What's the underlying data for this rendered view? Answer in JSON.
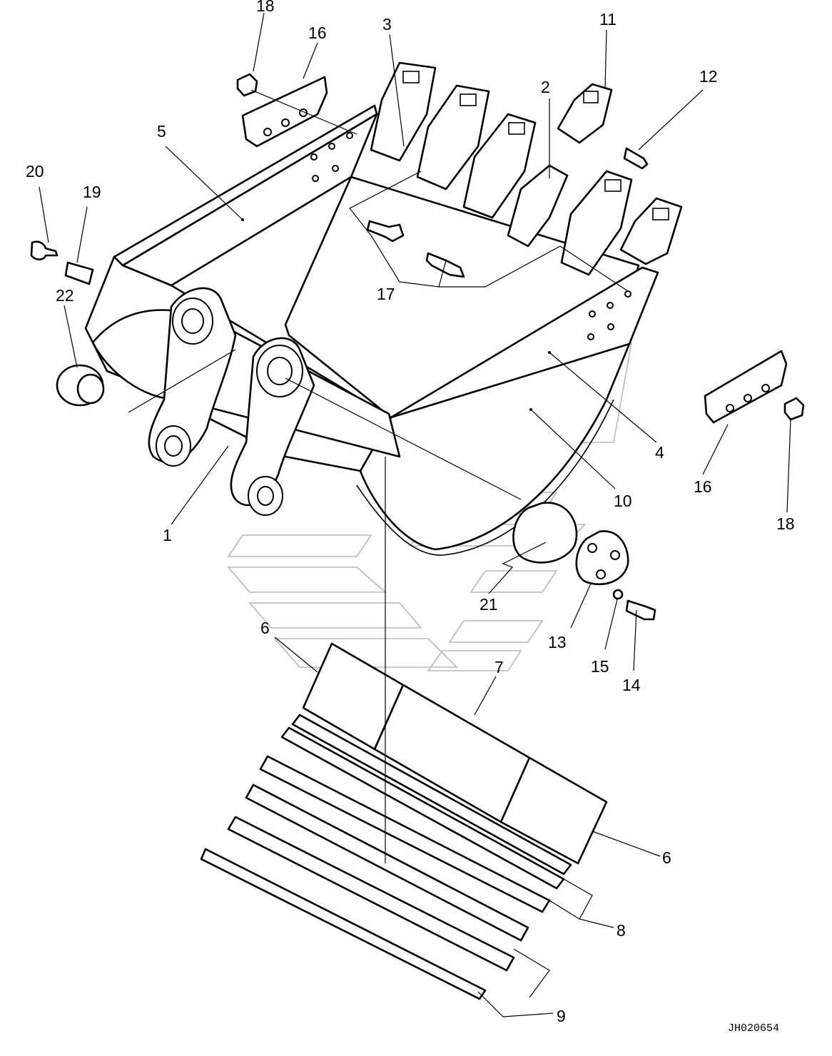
{
  "callouts": [
    {
      "id": "c18a",
      "text": "18"
    },
    {
      "id": "c16a",
      "text": "16"
    },
    {
      "id": "c3",
      "text": "3"
    },
    {
      "id": "c11",
      "text": "11"
    },
    {
      "id": "c12",
      "text": "12"
    },
    {
      "id": "c2",
      "text": "2"
    },
    {
      "id": "c5",
      "text": "5"
    },
    {
      "id": "c20",
      "text": "20"
    },
    {
      "id": "c19",
      "text": "19"
    },
    {
      "id": "c22",
      "text": "22"
    },
    {
      "id": "c17",
      "text": "17"
    },
    {
      "id": "c4",
      "text": "4"
    },
    {
      "id": "c10",
      "text": "10"
    },
    {
      "id": "c16b",
      "text": "16"
    },
    {
      "id": "c18b",
      "text": "18"
    },
    {
      "id": "c1",
      "text": "1"
    },
    {
      "id": "c21",
      "text": "21"
    },
    {
      "id": "c13",
      "text": "13"
    },
    {
      "id": "c15",
      "text": "15"
    },
    {
      "id": "c14",
      "text": "14"
    },
    {
      "id": "c6a",
      "text": "6"
    },
    {
      "id": "c7",
      "text": "7"
    },
    {
      "id": "c6b",
      "text": "6"
    },
    {
      "id": "c8",
      "text": "8"
    },
    {
      "id": "c9",
      "text": "9"
    }
  ],
  "drawing_number": "JH020654"
}
